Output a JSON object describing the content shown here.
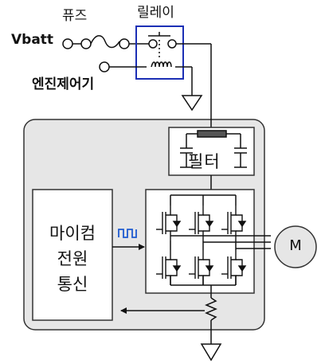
{
  "labels": {
    "fuse": "퓨즈",
    "relay": "릴레이",
    "vbatt": "Vbatt",
    "engine_control": "엔진제어기",
    "filter": "필터",
    "mcu_line1": "마이컴",
    "mcu_line2": "전원",
    "mcu_line3": "통신",
    "motor": "M"
  },
  "colors": {
    "relay_box": "#1c2fb5",
    "ecu_background": "#e6e6e6",
    "wire": "#111111"
  }
}
